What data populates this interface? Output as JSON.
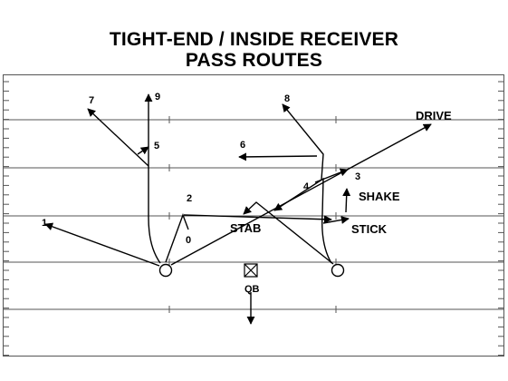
{
  "title": {
    "line1": "TIGHT-END / INSIDE RECEIVER",
    "line2": "PASS ROUTES"
  },
  "route_numbers": {
    "r0": "0",
    "r1": "1",
    "r2": "2",
    "r3": "3",
    "r4": "4",
    "r5": "5",
    "r6": "6",
    "r7": "7",
    "r8": "8",
    "r9": "9"
  },
  "route_labels": {
    "drive": "DRIVE",
    "shake": "SHAKE",
    "stab": "STAB",
    "stick": "STICK"
  },
  "players": {
    "qb": "QB"
  },
  "colors": {
    "ink": "#000000",
    "field_lines": "#555555",
    "background": "#ffffff"
  }
}
